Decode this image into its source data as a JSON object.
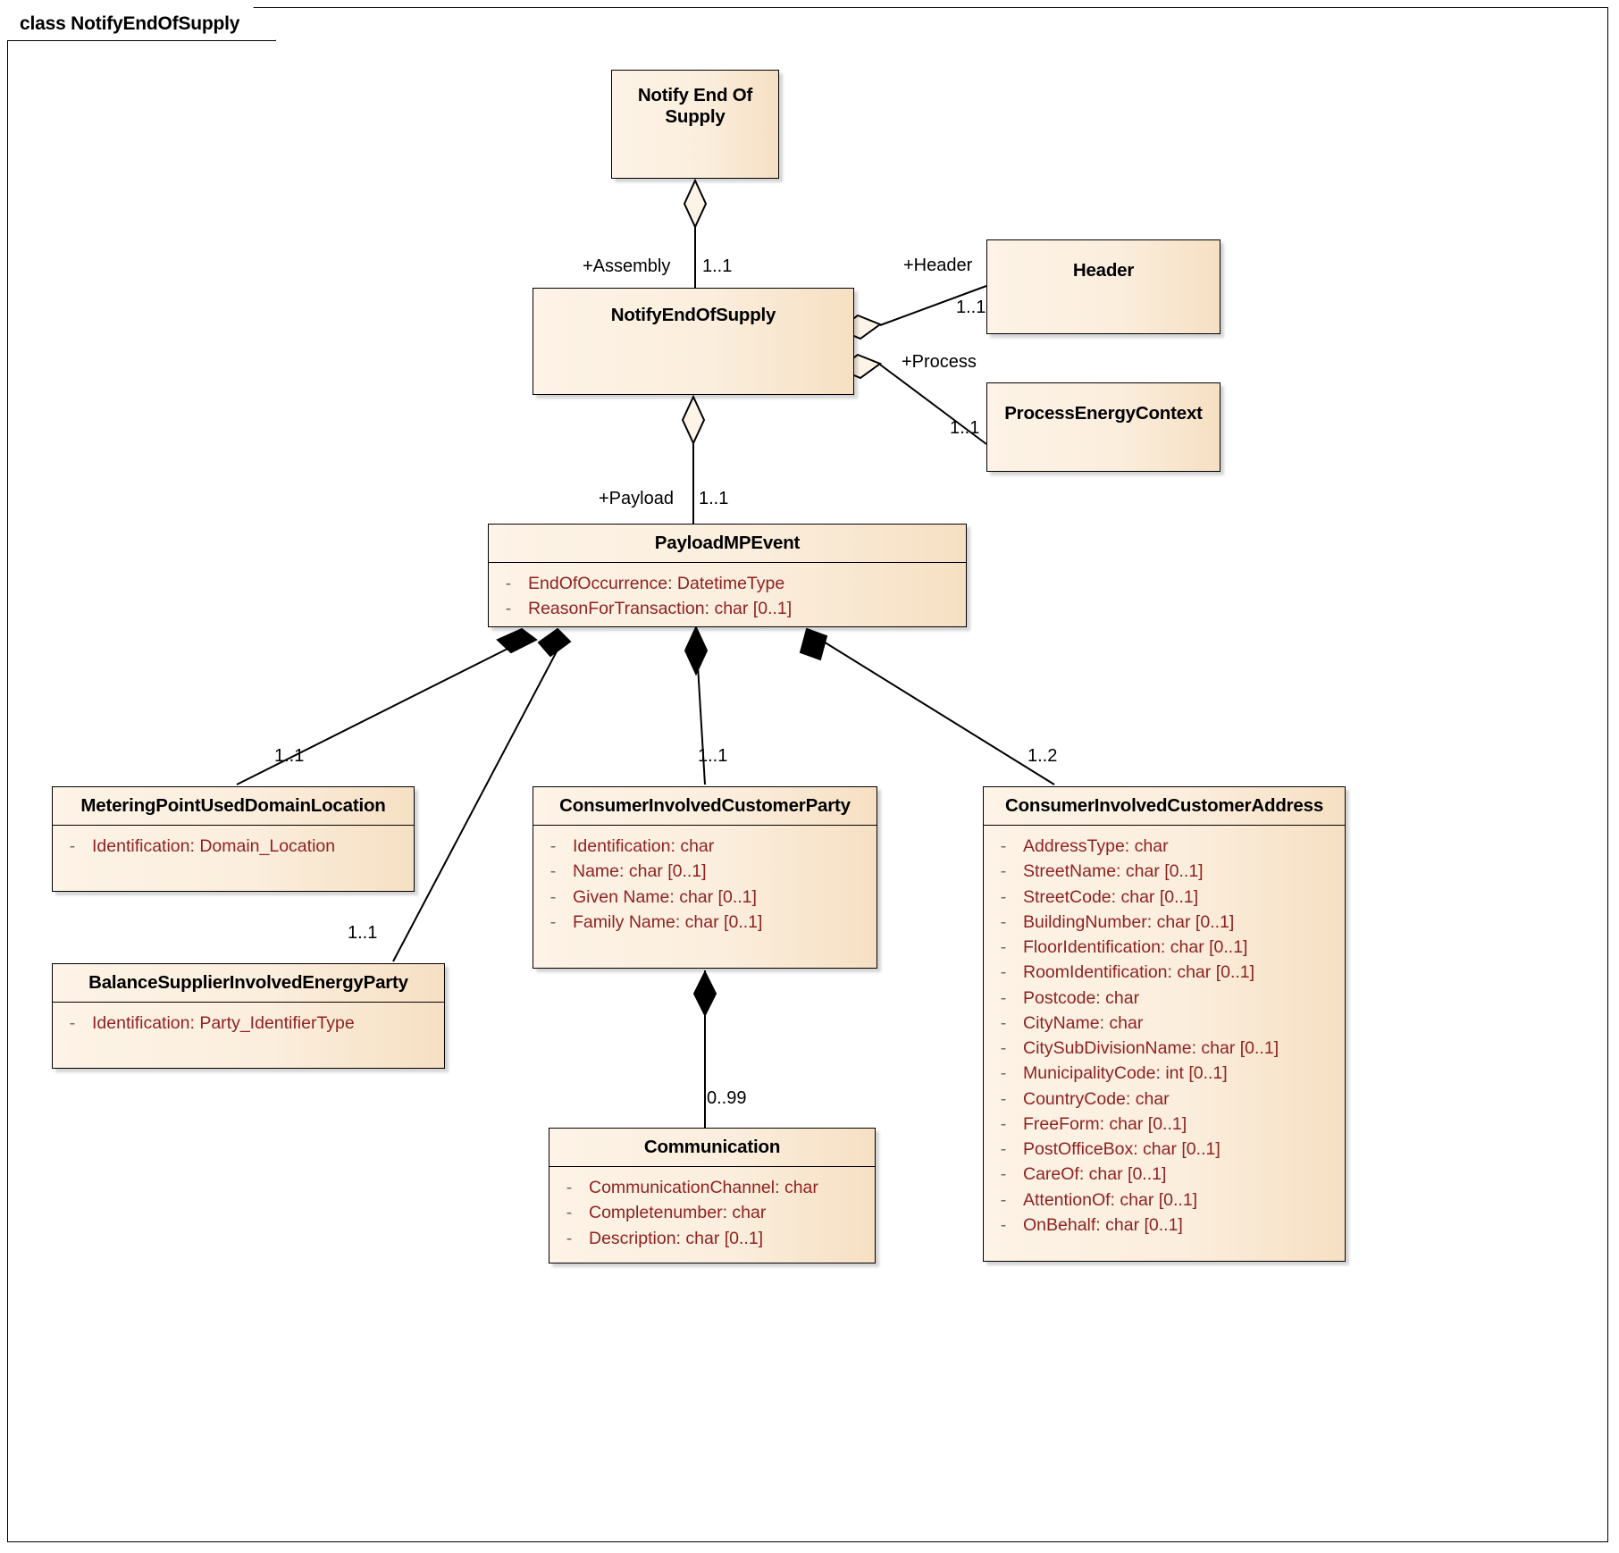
{
  "diagram": {
    "frame_label": "class NotifyEndOfSupply"
  },
  "classes": {
    "notify_end_of_supply_root": {
      "name": "Notify End Of\nSupply",
      "name_line1": "Notify End Of",
      "name_line2": "Supply",
      "attributes": []
    },
    "notify_end_of_supply": {
      "name": "NotifyEndOfSupply",
      "attributes": []
    },
    "header": {
      "name": "Header",
      "attributes": []
    },
    "process_energy_context": {
      "name": "ProcessEnergyContext",
      "attributes": []
    },
    "payload_mp_event": {
      "name": "PayloadMPEvent",
      "attributes": [
        {
          "visibility": "-",
          "signature": "EndOfOccurrence: DatetimeType"
        },
        {
          "visibility": "-",
          "signature": "ReasonForTransaction: char [0..1]"
        }
      ]
    },
    "metering_point_used_domain_location": {
      "name": "MeteringPointUsedDomainLocation",
      "attributes": [
        {
          "visibility": "-",
          "signature": "Identification: Domain_Location"
        }
      ]
    },
    "balance_supplier_involved_energy_party": {
      "name": "BalanceSupplierInvolvedEnergyParty",
      "attributes": [
        {
          "visibility": "-",
          "signature": "Identification: Party_IdentifierType"
        }
      ]
    },
    "consumer_involved_customer_party": {
      "name": "ConsumerInvolvedCustomerParty",
      "attributes": [
        {
          "visibility": "-",
          "signature": "Identification: char"
        },
        {
          "visibility": "-",
          "signature": "Name: char [0..1]"
        },
        {
          "visibility": "-",
          "signature": "Given Name: char [0..1]"
        },
        {
          "visibility": "-",
          "signature": "Family Name: char [0..1]"
        }
      ]
    },
    "consumer_involved_customer_address": {
      "name": "ConsumerInvolvedCustomerAddress",
      "attributes": [
        {
          "visibility": "-",
          "signature": "AddressType: char"
        },
        {
          "visibility": "-",
          "signature": "StreetName: char [0..1]"
        },
        {
          "visibility": "-",
          "signature": "StreetCode: char [0..1]"
        },
        {
          "visibility": "-",
          "signature": "BuildingNumber: char [0..1]"
        },
        {
          "visibility": "-",
          "signature": "FloorIdentification: char [0..1]"
        },
        {
          "visibility": "-",
          "signature": "RoomIdentification: char [0..1]"
        },
        {
          "visibility": "-",
          "signature": "Postcode: char"
        },
        {
          "visibility": "-",
          "signature": "CityName: char"
        },
        {
          "visibility": "-",
          "signature": "CitySubDivisionName: char [0..1]"
        },
        {
          "visibility": "-",
          "signature": "MunicipalityCode: int [0..1]"
        },
        {
          "visibility": "-",
          "signature": "CountryCode: char"
        },
        {
          "visibility": "-",
          "signature": "FreeForm: char [0..1]"
        },
        {
          "visibility": "-",
          "signature": "PostOfficeBox: char [0..1]"
        },
        {
          "visibility": "-",
          "signature": "CareOf: char [0..1]"
        },
        {
          "visibility": "-",
          "signature": "AttentionOf: char [0..1]"
        },
        {
          "visibility": "-",
          "signature": "OnBehalf: char [0..1]"
        }
      ]
    },
    "communication": {
      "name": "Communication",
      "attributes": [
        {
          "visibility": "-",
          "signature": "CommunicationChannel: char"
        },
        {
          "visibility": "-",
          "signature": "Completenumber: char"
        },
        {
          "visibility": "-",
          "signature": "Description: char [0..1]"
        }
      ]
    }
  },
  "edge_labels": {
    "assembly_role": "+Assembly",
    "assembly_mult": "1..1",
    "header_role": "+Header",
    "header_mult": "1..1",
    "process_role": "+Process",
    "process_mult": "1..1",
    "payload_role": "+Payload",
    "payload_mult": "1..1",
    "metering_point_mult": "1..1",
    "balance_supplier_mult": "1..1",
    "customer_party_mult": "1..1",
    "customer_address_mult": "1..2",
    "communication_mult": "0..99"
  },
  "colors": {
    "class_fill_light": "#fdf3e6",
    "class_fill_dark": "#f6e0c3",
    "border": "#000000",
    "attribute_text": "#8f2222",
    "title_text": "#000000",
    "page_background": "#ffffff"
  }
}
